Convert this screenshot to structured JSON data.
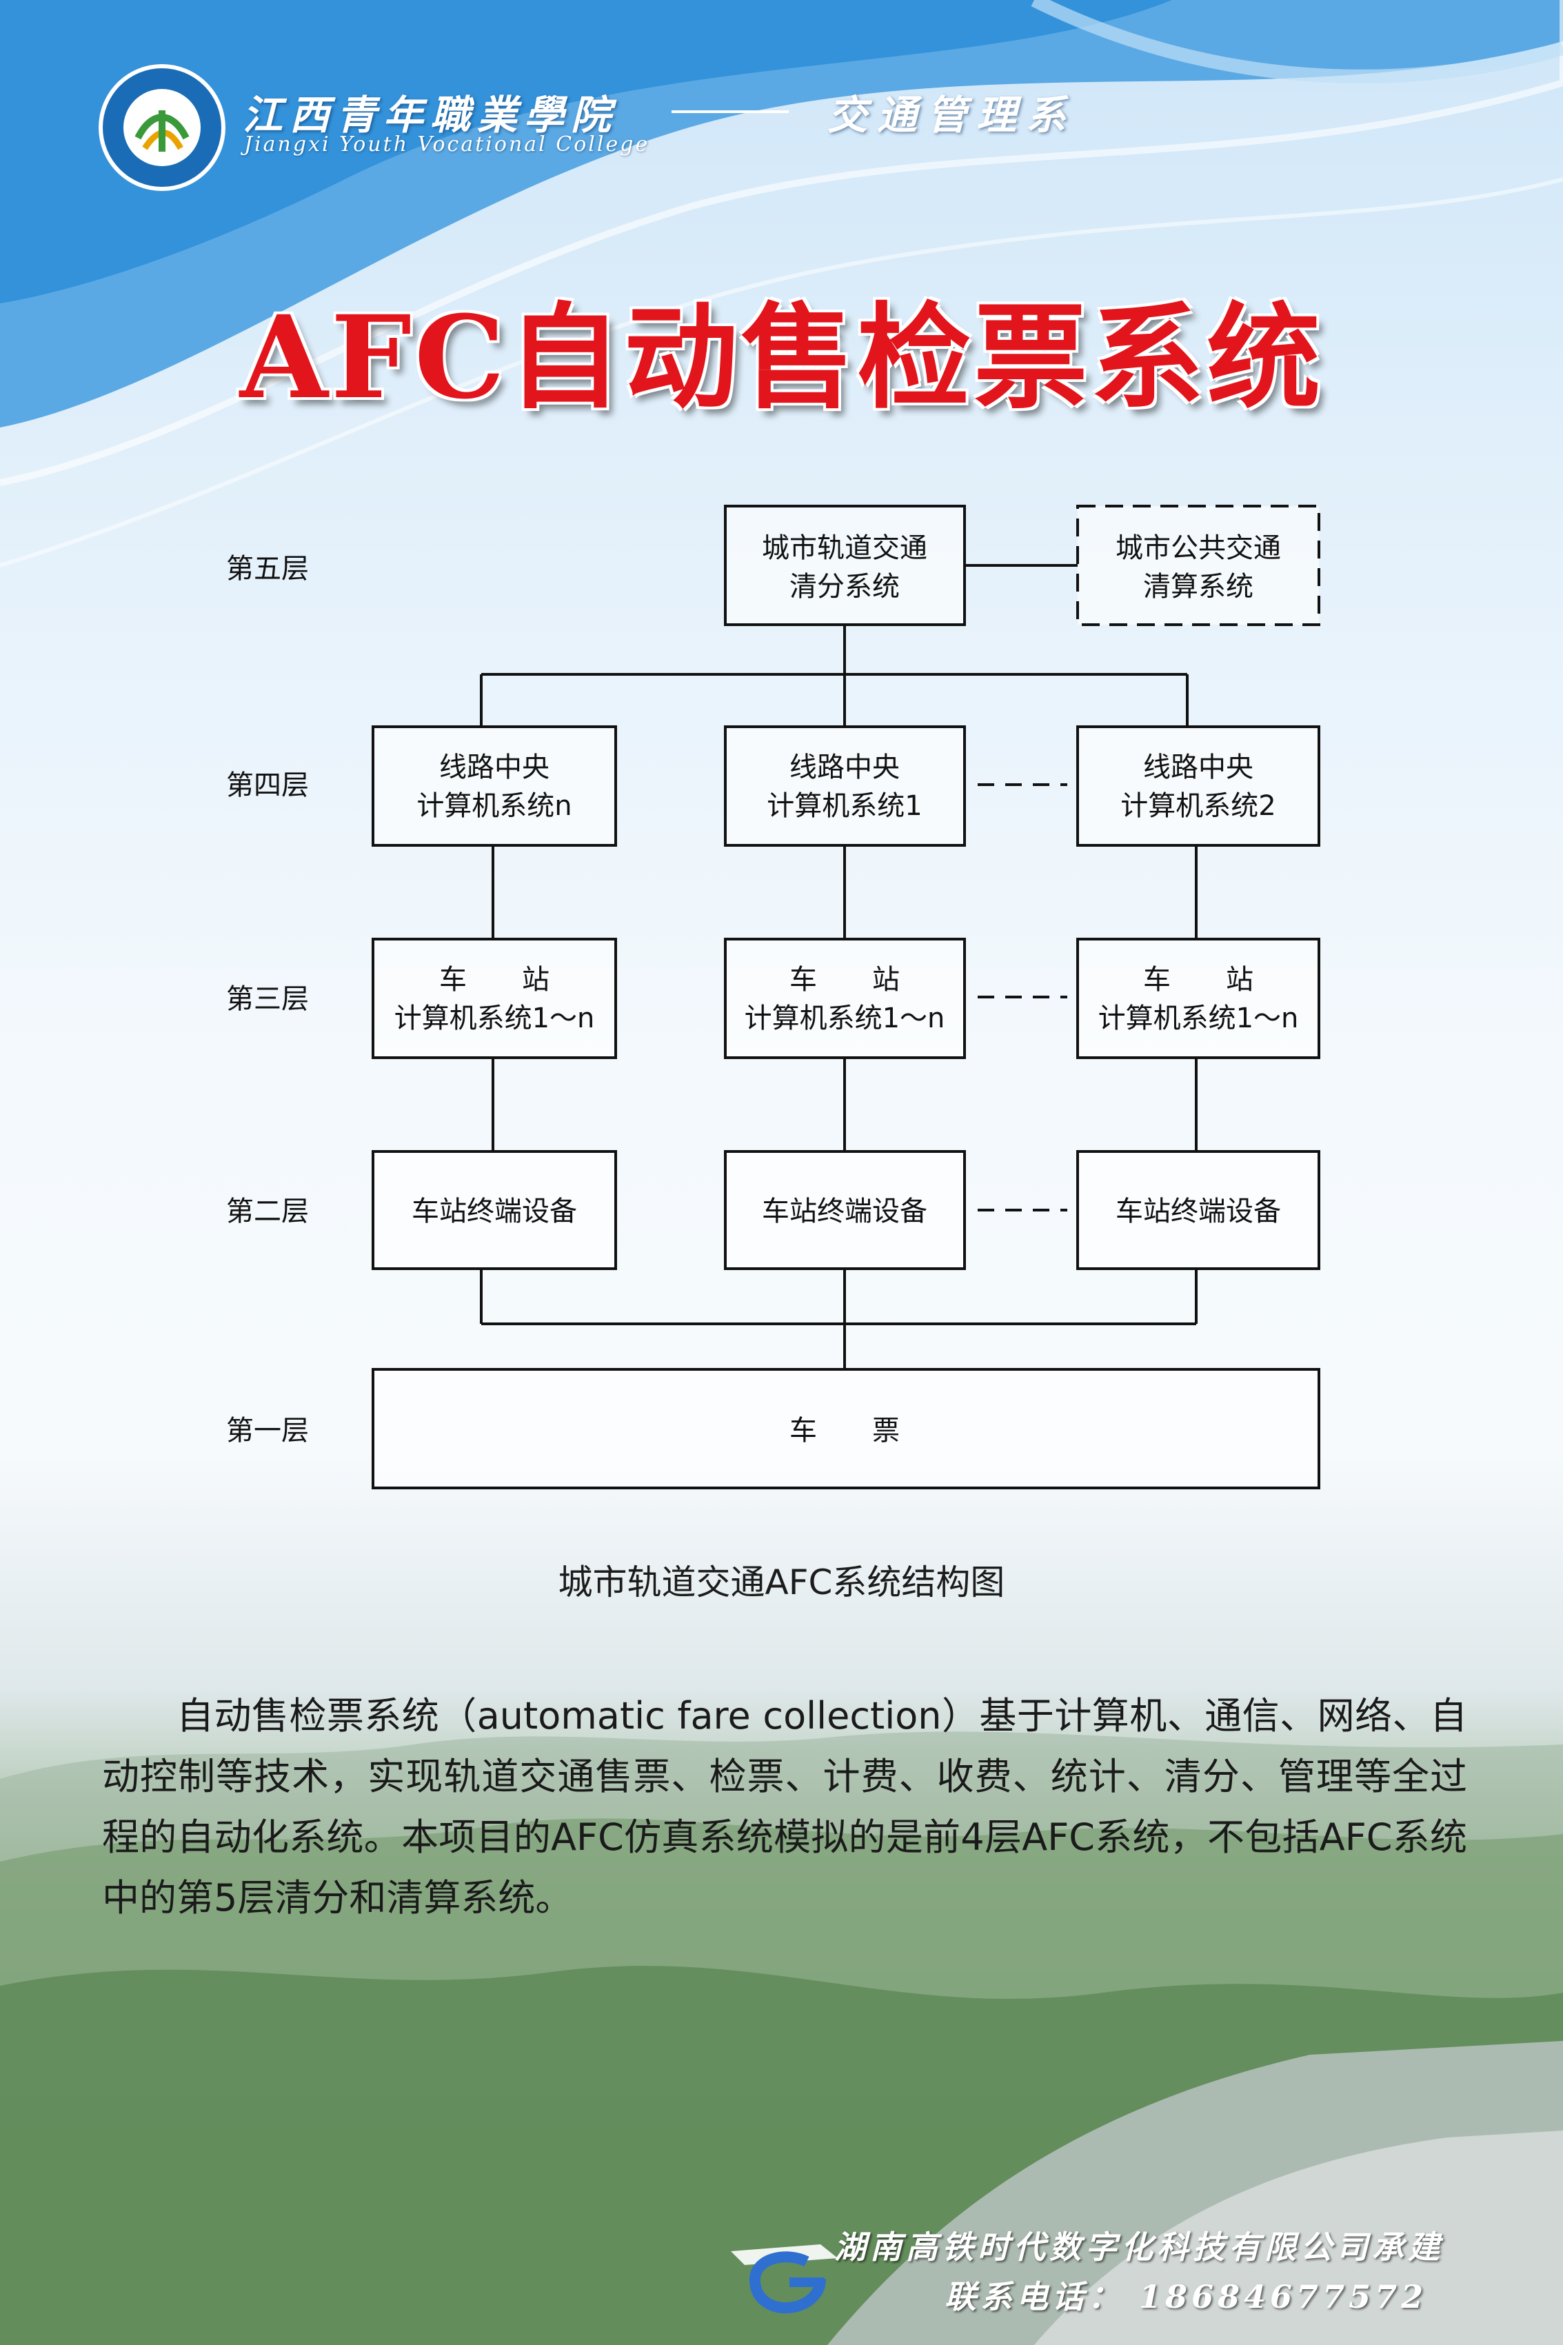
{
  "header": {
    "college_cn": "江西青年職業學院",
    "college_en": "Jiangxi Youth Vocational College",
    "department": "交通管理系"
  },
  "title": "AFC自动售检票系统",
  "diagram": {
    "layers": [
      "第五层",
      "第四层",
      "第三层",
      "第二层",
      "第一层"
    ],
    "layer5": {
      "main_line1": "城市轨道交通",
      "main_line2": "清分系统",
      "ext_line1": "城市公共交通",
      "ext_line2": "清算系统"
    },
    "layer4": [
      {
        "line1": "线路中央",
        "line2": "计算机系统n"
      },
      {
        "line1": "线路中央",
        "line2": "计算机系统1"
      },
      {
        "line1": "线路中央",
        "line2": "计算机系统2"
      }
    ],
    "layer3": [
      {
        "line1": "车　　站",
        "line2": "计算机系统1～n"
      },
      {
        "line1": "车　　站",
        "line2": "计算机系统1～n"
      },
      {
        "line1": "车　　站",
        "line2": "计算机系统1～n"
      }
    ],
    "layer2": [
      "车站终端设备",
      "车站终端设备",
      "车站终端设备"
    ],
    "layer1": "车　　票",
    "caption": "城市轨道交通AFC系统结构图"
  },
  "description": "自动售检票系统（automatic fare collection）基于计算机、通信、网络、自动控制等技术，实现轨道交通售票、检票、计费、收费、统计、清分、管理等全过程的自动化系统。本项目的AFC仿真系统模拟的是前4层AFC系统，不包括AFC系统中的第5层清分和清算系统。",
  "footer": {
    "company": "湖南高铁时代数字化科技有限公司承建",
    "phone": "联系电话：  18684677572"
  },
  "colors": {
    "title_red": "#e2141c",
    "sky_blue": "#2f8fd8",
    "line_black": "#111111"
  }
}
